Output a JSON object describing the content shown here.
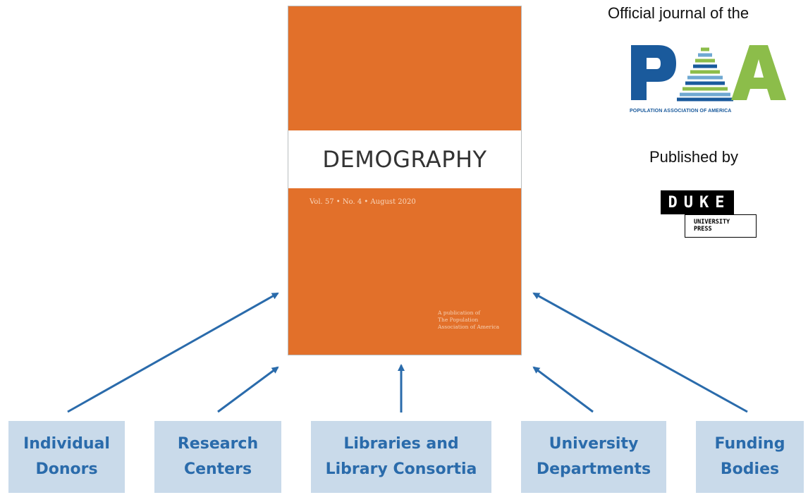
{
  "cover": {
    "title": "DEMOGRAPHY",
    "issue": "Vol. 57 • No. 4 • August 2020",
    "publisher_line1": "A publication of",
    "publisher_line2": "The Population",
    "publisher_line3": "Association of America"
  },
  "branding": {
    "official_journal": "Official journal of the",
    "paa_logo_text": "PAA",
    "paa_full_name": "POPULATION ASSOCIATION OF AMERICA",
    "published_by": "Published by",
    "duke_top": "DUKE",
    "duke_line2": "UNIVERSITY",
    "duke_line3": "PRESS"
  },
  "funders": [
    {
      "line1": "Individual",
      "line2": "Donors"
    },
    {
      "line1": "Research",
      "line2": "Centers"
    },
    {
      "line1": "Libraries and",
      "line2": "Library Consortia"
    },
    {
      "line1": "University",
      "line2": "Departments"
    },
    {
      "line1": "Funding",
      "line2": "Bodies"
    }
  ],
  "colors": {
    "cover_orange": "#e2702a",
    "box_fill": "#c9daea",
    "box_text": "#2a6bab",
    "arrow": "#2a6bab",
    "paa_blue": "#1a5a9c",
    "paa_green": "#8cbd4a"
  }
}
